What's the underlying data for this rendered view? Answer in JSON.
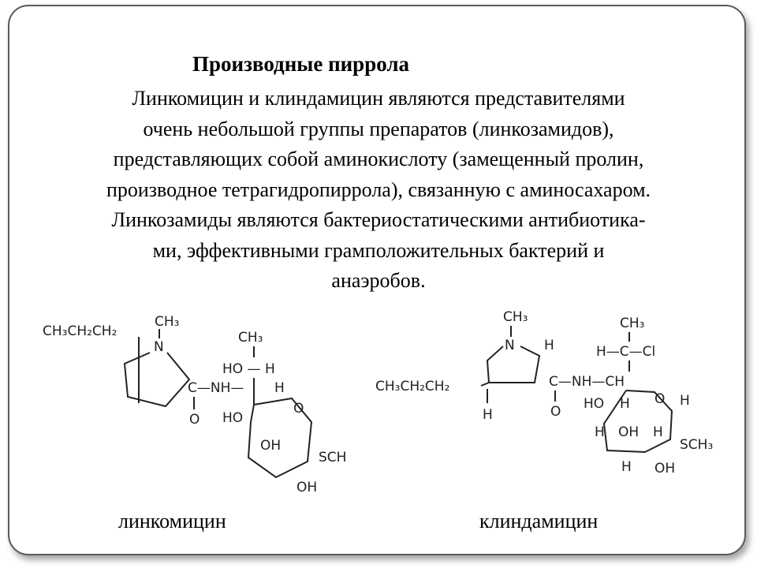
{
  "slide": {
    "title": "Производные пиррола",
    "body_lines": [
      "Линкомицин и клиндамицин являются представителями",
      "очень небольшой группы препаратов (линкозамидов),",
      "представляющих собой аминокислоту (замещенный пролин,",
      "производное тетрагидропиррола), связанную с аминосахаром.",
      "Линкозамиды являются бактериостатическими антибиотика-",
      "ми, эффективными грамположительных бактерий и",
      "анаэробов."
    ]
  },
  "structures": {
    "lincomycin": {
      "caption": "линкомицин",
      "labels": {
        "propyl": "CH₃CH₂CH₂",
        "n_methyl": "CH₃",
        "n": "N",
        "c_methyl": "CH₃",
        "ho_h": "HO — H",
        "amide": "C—NH—",
        "h": "H",
        "o_carbonyl": "O",
        "ho": "HO",
        "o_ring": "O",
        "oh_1": "OH",
        "sch": "SCH",
        "oh_2": "OH"
      }
    },
    "clindamycin": {
      "caption": "клиндамицин",
      "labels": {
        "n_methyl": "CH₃",
        "n": "N",
        "h_top": "H",
        "propyl": "CH₃CH₂CH₂",
        "h_bottom": "H",
        "amide": "C—NH—CH",
        "o_carbonyl": "O",
        "c_methyl": "CH₃",
        "h_c_cl": "H—C—Cl",
        "ho": "HO",
        "h_1": "H",
        "o_ring": "O",
        "h_2": "H",
        "h_3": "H",
        "oh_1": "OH",
        "h_4": "H",
        "sch3": "SCH₃",
        "h_5": "H",
        "oh_2": "OH"
      }
    }
  }
}
